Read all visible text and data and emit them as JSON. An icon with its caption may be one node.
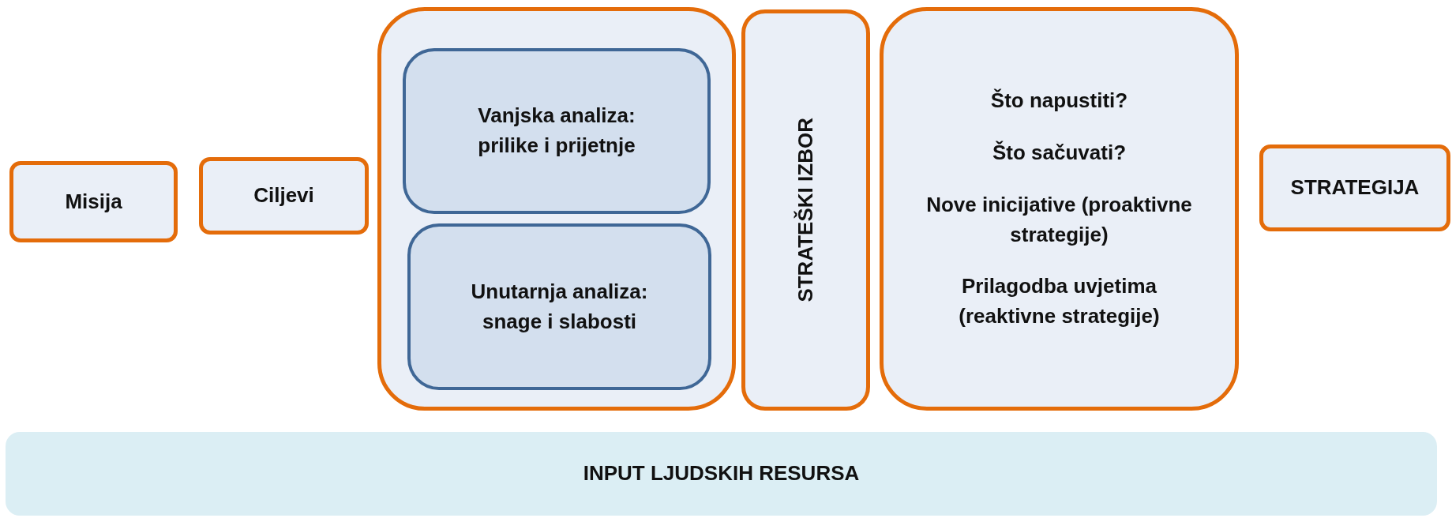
{
  "diagram": {
    "nodes": [
      {
        "text": [
          "Misija"
        ]
      },
      {
        "text": [
          "Ciljevi"
        ]
      },
      {
        "text": [],
        "shape": "box"
      },
      {
        "text": [
          "Vanjska analiza: prilike i prijetnje"
        ],
        "in": 2
      },
      {
        "text": [
          "Unutarnja analiza: snage i slabosti"
        ],
        "in": 2
      },
      {
        "text": [
          "STRATEŠKI IZBOR"
        ]
      },
      {
        "text": [
          "Što napustiti?",
          "Što sačuvati?",
          "Nove inicijative (proaktivne strategije)",
          "Prilagodba uvjetima (reaktivne strategije)"
        ]
      },
      {
        "text": [
          "STRATEGIJA"
        ]
      },
      {
        "text": [
          "INPUT LJUDSKIH RESURSA"
        ]
      }
    ],
    "edges": []
  }
}
